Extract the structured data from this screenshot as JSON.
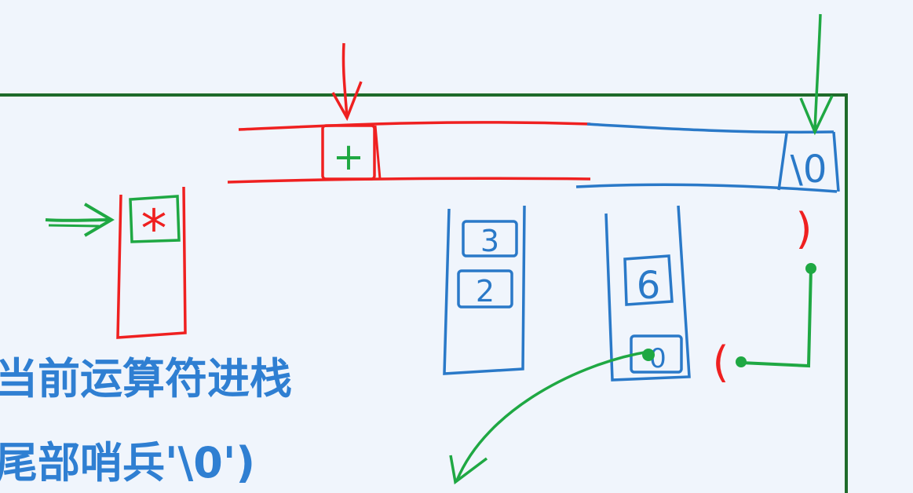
{
  "diagram": {
    "operator_plus": "+",
    "operator_star": "*",
    "sentinel_top": "\\0",
    "operand_stack_values": [
      "3",
      "2"
    ],
    "operand_stack2_values": [
      "6",
      "0"
    ],
    "paren_close": ")",
    "paren_open": "(",
    "text_line1": "当前运算符进栈",
    "text_line2": "尾部哨兵'\\0')"
  },
  "colors": {
    "background": "#f0f5fc",
    "frame": "#1f6b2a",
    "red": "#ef2020",
    "blue": "#2a79c8",
    "green": "#1fa843",
    "text": "#2f7fd2"
  }
}
